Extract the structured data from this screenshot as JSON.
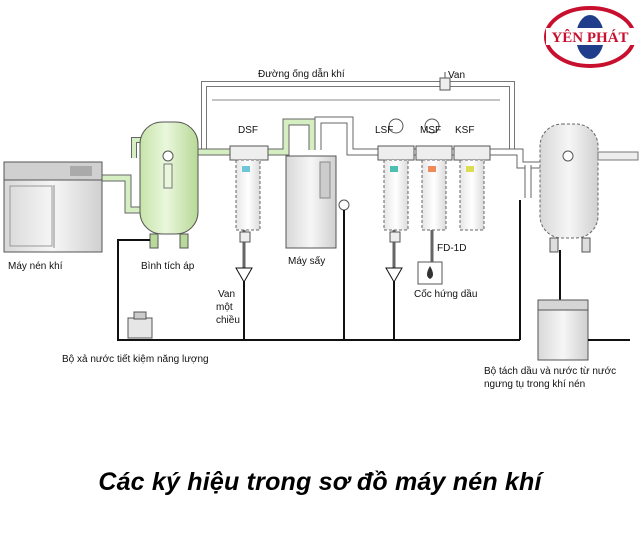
{
  "logo": {
    "text": "YÊN PHÁT",
    "color": "#c8102e",
    "accent": "#1f3d8a"
  },
  "labels": {
    "pipeline": "Đường ống dẫn khí",
    "valve": "Van",
    "compressor": "Máy nén khí",
    "tank": "Bình tích áp",
    "dsf": "DSF",
    "check_valve": "Van\nmột\nchiều",
    "dryer": "Máy sấy",
    "lsf": "LSF",
    "msf": "MSF",
    "ksf": "KSF",
    "fd": "FD-1D",
    "oil_cup": "Cốc hứng dầu",
    "drain_saver": "Bộ xả nước tiết kiệm năng lượng",
    "separator": "Bộ tách dầu và nước từ nước\nngưng tụ trong khí nén"
  },
  "caption": "Các ký hiệu trong sơ đồ máy nén khí",
  "colors": {
    "pipe_green": "#d6efc2",
    "pipe_stroke": "#555555",
    "tank_green": "#dcefc6",
    "gray": "#e8e8e8",
    "line": "#111111"
  }
}
